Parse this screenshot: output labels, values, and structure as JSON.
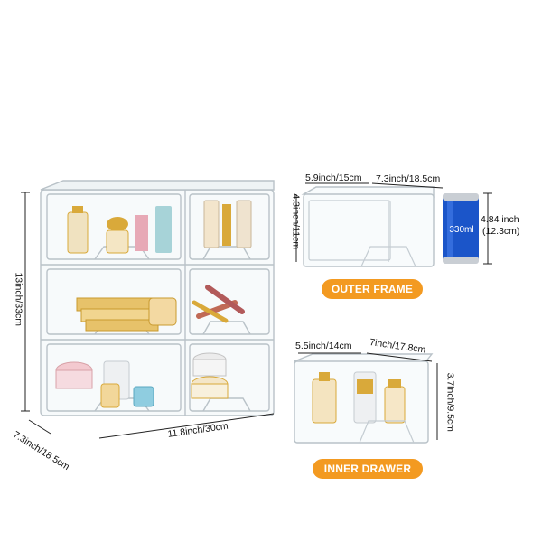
{
  "stack": {
    "height_label": "13inch/33cm",
    "depth_label": "7.3inch/18.5cm",
    "width_label": "11.8inch/30cm"
  },
  "outer_frame": {
    "width_label": "5.9inch/15cm",
    "depth_label": "7.3inch/18.5cm",
    "height_label": "4.3inch/11cm",
    "badge": "OUTER FRAME"
  },
  "can": {
    "label": "330ml",
    "height_label_1": "4.84 inch",
    "height_label_2": "(12.3cm)",
    "color": "#1b55c9"
  },
  "inner_drawer": {
    "width_label": "5.5inch/14cm",
    "depth_label": "7inch/17.8cm",
    "height_label": "3.7inch/9.5cm",
    "badge": "INNER DRAWER"
  },
  "colors": {
    "badge": "#f39a21",
    "acrylic_edge": "#b9c2c8",
    "gold": "#d9a93a"
  }
}
